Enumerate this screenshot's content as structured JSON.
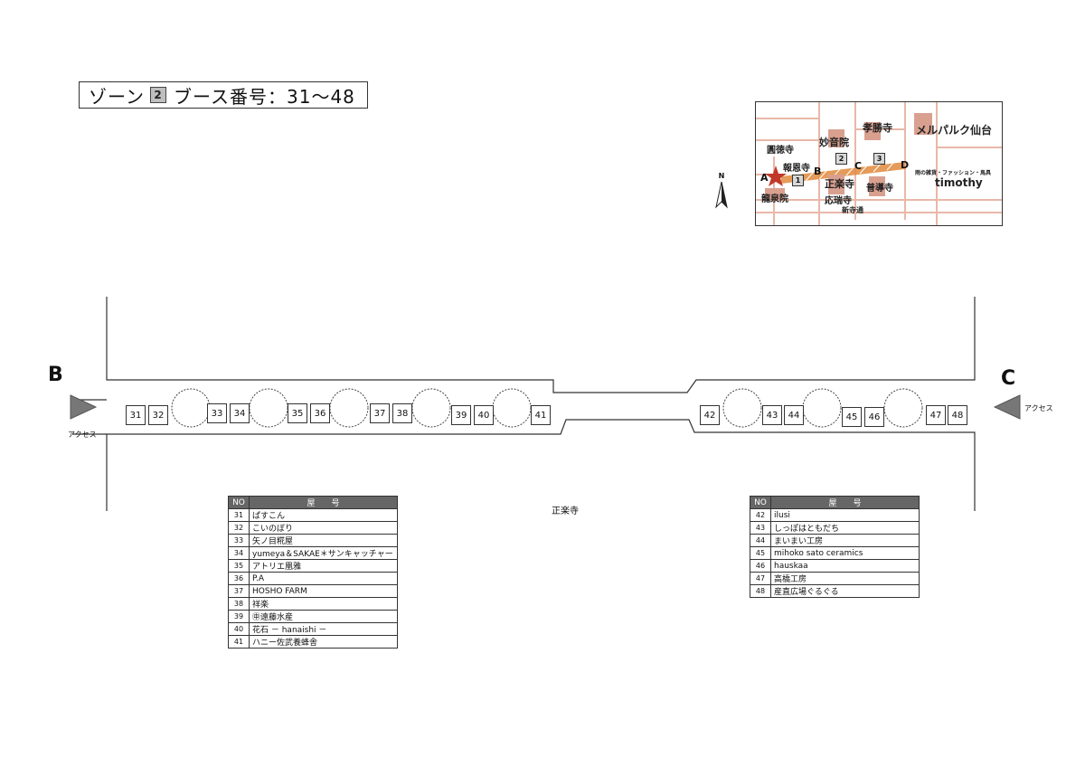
{
  "title": {
    "prefix": "ゾーン",
    "zone_number": "2",
    "suffix": "ブース番号：31〜48"
  },
  "minimap": {
    "labels": {
      "takeshouji": "孝勝寺",
      "meruparuku": "メルパルク仙台",
      "myouonin": "妙音院",
      "entokuji": "圓徳寺",
      "houonji": "報恩寺",
      "shourakuji": "正楽寺",
      "fudouji": "普導寺",
      "ryuusenin": "龍泉院",
      "ousuiji": "応瑞寺",
      "shinteradoori": "新寺通",
      "shop_sub": "雨の雑貨・ファッション・馬具",
      "timothy": "timothy"
    },
    "zone_numbers": [
      "1",
      "2",
      "3"
    ],
    "points": [
      "A",
      "B",
      "C",
      "D"
    ],
    "compass_label": "N"
  },
  "street": {
    "left_letter": "B",
    "right_letter": "C",
    "access_left": "アクセス",
    "access_right": "アクセス",
    "temple_label": "正楽寺",
    "booths_left": [
      "31",
      "32",
      "33",
      "34",
      "35",
      "36",
      "37",
      "38",
      "39",
      "40",
      "41"
    ],
    "booths_right": [
      "42",
      "43",
      "44",
      "45",
      "46",
      "47",
      "48"
    ]
  },
  "table_left": {
    "headers": [
      "NO",
      "屋　　号"
    ],
    "rows": [
      {
        "no": "31",
        "name": "ぱすこん"
      },
      {
        "no": "32",
        "name": "こいのぼり"
      },
      {
        "no": "33",
        "name": "矢ノ目糀屋"
      },
      {
        "no": "34",
        "name": "yumeya＆SAKAE＊サンキャッチャー"
      },
      {
        "no": "35",
        "name": "アトリエ凰雅"
      },
      {
        "no": "36",
        "name": "P.A"
      },
      {
        "no": "37",
        "name": "HOSHO FARM"
      },
      {
        "no": "38",
        "name": "祥楽"
      },
      {
        "no": "39",
        "name": "㊥遠藤水産"
      },
      {
        "no": "40",
        "name": "花石 － hanaishi －"
      },
      {
        "no": "41",
        "name": "ハニー佐武養蜂舎"
      }
    ]
  },
  "table_right": {
    "headers": [
      "NO",
      "屋　　号"
    ],
    "rows": [
      {
        "no": "42",
        "name": "ilusi"
      },
      {
        "no": "43",
        "name": "しっぽはともだち"
      },
      {
        "no": "44",
        "name": "まいまい工房"
      },
      {
        "no": "45",
        "name": "mihoko sato ceramics"
      },
      {
        "no": "46",
        "name": "hauskaa"
      },
      {
        "no": "47",
        "name": "高橋工房"
      },
      {
        "no": "48",
        "name": "産直広場ぐるぐる"
      }
    ]
  },
  "colors": {
    "building_block": "#d9a090",
    "zone_path": "#e08a3c",
    "star": "#c0392b",
    "street_line": "#333333",
    "access_arrow": "#777777",
    "table_header": "#666666"
  }
}
